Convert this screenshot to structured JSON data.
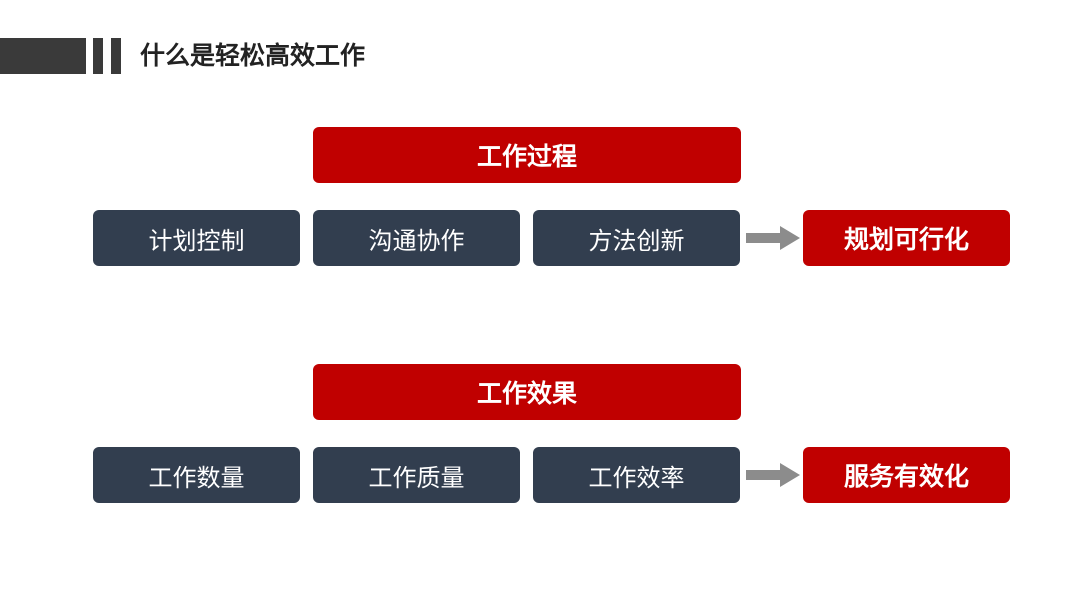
{
  "title": "什么是轻松高效工作",
  "colors": {
    "accent_red": "#c00000",
    "item_dark": "#323e4f",
    "arrow_gray": "#8c8c8c",
    "title_bar": "#3a3a3a"
  },
  "sections": [
    {
      "header": "工作过程",
      "items": [
        "计划控制",
        "沟通协作",
        "方法创新"
      ],
      "result": "规划可行化"
    },
    {
      "header": "工作效果",
      "items": [
        "工作数量",
        "工作质量",
        "工作效率"
      ],
      "result": "服务有效化"
    }
  ]
}
